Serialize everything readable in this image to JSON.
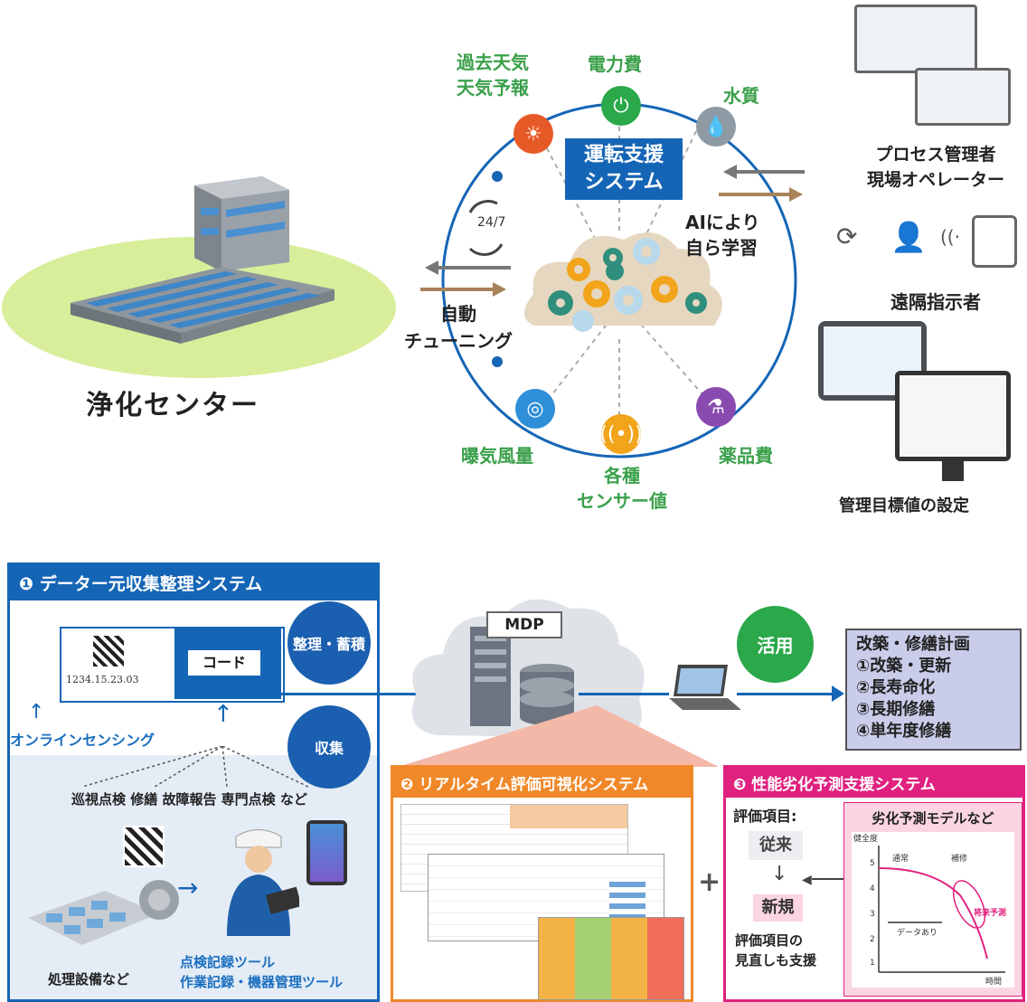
{
  "top": {
    "plant_label": "浄化センター",
    "center_label": [
      "運転支援",
      "システム"
    ],
    "ai_label": [
      "AIにより",
      "自ら学習"
    ],
    "tuning_label": [
      "自動",
      "チューニング"
    ],
    "badge_247": "24/7",
    "nodes": {
      "weather": [
        "過去天気",
        "天気予報"
      ],
      "power": "電力費",
      "water": "水質",
      "aeration": "曝気風量",
      "sensor": [
        "各種",
        "センサー値"
      ],
      "chemical": "薬品費"
    },
    "right": {
      "operators": [
        "プロセス管理者",
        "現場オペレーター"
      ],
      "remote": "遠隔指示者",
      "target": "管理目標値の設定"
    }
  },
  "bottom": {
    "panel1": {
      "title": "❶ データー元収集整理システム",
      "code_number": "1234.15.23.03",
      "code_label": "コード",
      "organize": "整理・蓄積",
      "collect": "収集",
      "online": "オンラインセンシング",
      "inspections": "巡視点検 修繕 故障報告 専門点検 など",
      "equipment": "処理設備など",
      "tools": [
        "点検記録ツール",
        "作業記録・機器管理ツール"
      ]
    },
    "mdp": "MDP",
    "use": "活用",
    "plan": {
      "title": "改築・修繕計画",
      "items": [
        "①改築・更新",
        "②長寿命化",
        "③長期修繕",
        "④単年度修繕"
      ]
    },
    "panel2": {
      "title": "❷ リアルタイム評価可視化システム"
    },
    "plus": "+",
    "panel3": {
      "title": "❸ 性能劣化予測支援システム",
      "eval_items": "評価項目:",
      "before": "従来",
      "after": "新規",
      "review": [
        "評価項目の",
        "見直しも支援"
      ],
      "model_title": "劣化予測モデルなど",
      "chart": {
        "ylabel": "健全度",
        "xlabel": "時間",
        "series_normal": "通常",
        "series_repair": "補修",
        "predict": "将来予測",
        "data_range": "データあり",
        "yticks": [
          "5",
          "4",
          "3",
          "2",
          "1"
        ]
      }
    }
  },
  "colors": {
    "blue": "#1565b6",
    "orange": "#f0882a",
    "pink": "#e0217f",
    "green": "#2aa84a"
  }
}
